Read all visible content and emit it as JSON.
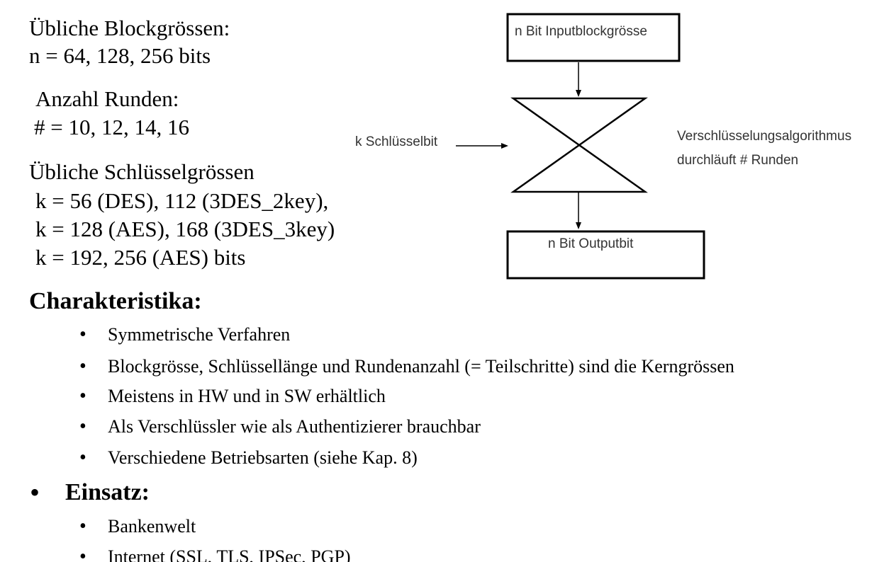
{
  "intro": {
    "block_heading": "Übliche Blockgrössen:",
    "block_values": "n = 64, 128, 256 bits",
    "rounds_heading": "Anzahl Runden:",
    "rounds_values": "# = 10, 12, 14, 16",
    "key_heading": "Übliche Schlüsselgrössen",
    "key_values_1": "k = 56 (DES), 112 (3DES_2key),",
    "key_values_2": "k = 128 (AES), 168 (3DES_3key)",
    "key_values_3": "k = 192, 256 (AES) bits"
  },
  "diagram": {
    "input_box": "n Bit Inputblockgrösse",
    "key_label": "k Schlüsselbit",
    "algorithm_line_1": "Verschlüsselungsalgorithmus",
    "algorithm_line_2": "durchläuft # Runden",
    "output_box": "n Bit Outputbit"
  },
  "characteristics": {
    "heading": "Charakteristika:",
    "bullet_symbol": "•",
    "items": [
      "Symmetrische Verfahren",
      "Blockgrösse, Schlüssellänge und Rundenanzahl  (= Teilschritte) sind die Kerngrössen",
      "Meistens in HW und in SW erhältlich",
      "Als Verschlüssler wie als Authentizierer brauchbar",
      "Verschiedene Betriebsarten (siehe Kap. 8)"
    ]
  },
  "usage": {
    "heading": "Einsatz:",
    "items": [
      "Bankenwelt",
      "Internet (SSL, TLS, IPSec, PGP)"
    ]
  }
}
